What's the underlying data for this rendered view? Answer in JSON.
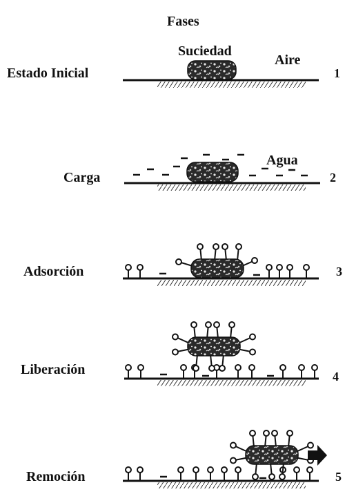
{
  "diagram": {
    "title": "Fases",
    "annotations": {
      "suciedad": "Suciedad",
      "aire": "Aire",
      "agua": "Agua"
    },
    "stages": [
      {
        "label": "Estado Inicial",
        "number": "1"
      },
      {
        "label": "Carga",
        "number": "2"
      },
      {
        "label": "Adsorción",
        "number": "3"
      },
      {
        "label": "Liberación",
        "number": "4"
      },
      {
        "label": "Remoción",
        "number": "5"
      }
    ]
  }
}
